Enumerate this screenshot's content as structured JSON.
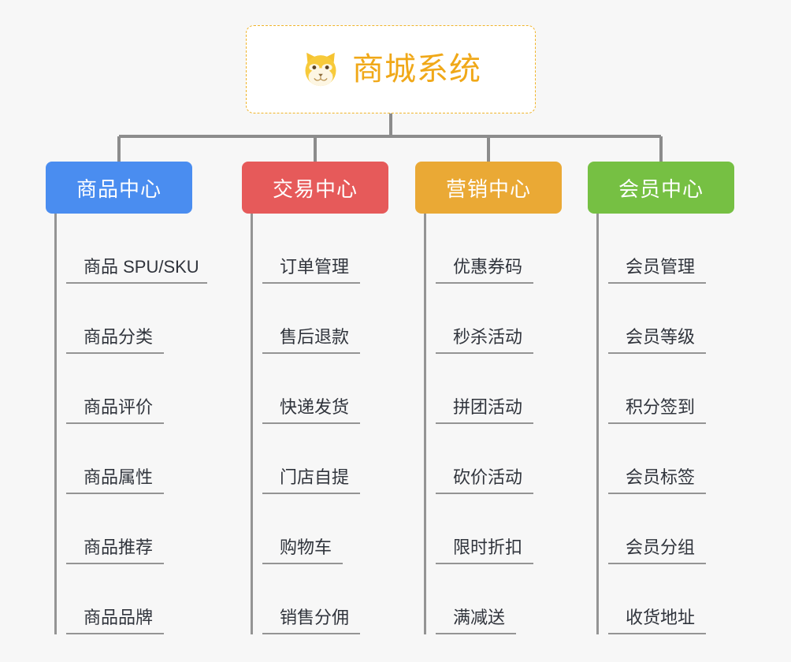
{
  "root": {
    "title": "商城系统",
    "icon": "shiba-dog-face-icon",
    "border_color": "#f0b429",
    "text_color": "#f0a818",
    "background": "#ffffff"
  },
  "canvas": {
    "background": "#f7f7f7",
    "connector_color": "#8c8c8c"
  },
  "columns": [
    {
      "id": "product-center",
      "title": "商品中心",
      "color": "#4a8df0",
      "items": [
        {
          "label": "商品 SPU/SKU"
        },
        {
          "label": "商品分类"
        },
        {
          "label": "商品评价"
        },
        {
          "label": "商品属性"
        },
        {
          "label": "商品推荐"
        },
        {
          "label": "商品品牌"
        }
      ]
    },
    {
      "id": "trade-center",
      "title": "交易中心",
      "color": "#e65a5a",
      "items": [
        {
          "label": "订单管理"
        },
        {
          "label": "售后退款"
        },
        {
          "label": "快递发货"
        },
        {
          "label": "门店自提"
        },
        {
          "label": "购物车"
        },
        {
          "label": "销售分佣"
        }
      ]
    },
    {
      "id": "marketing-center",
      "title": "营销中心",
      "color": "#eaa935",
      "items": [
        {
          "label": "优惠券码"
        },
        {
          "label": "秒杀活动"
        },
        {
          "label": "拼团活动"
        },
        {
          "label": "砍价活动"
        },
        {
          "label": "限时折扣"
        },
        {
          "label": "满减送"
        }
      ]
    },
    {
      "id": "member-center",
      "title": "会员中心",
      "color": "#76c043",
      "items": [
        {
          "label": "会员管理"
        },
        {
          "label": "会员等级"
        },
        {
          "label": "积分签到"
        },
        {
          "label": "会员标签"
        },
        {
          "label": "会员分组"
        },
        {
          "label": "收货地址"
        }
      ]
    }
  ]
}
